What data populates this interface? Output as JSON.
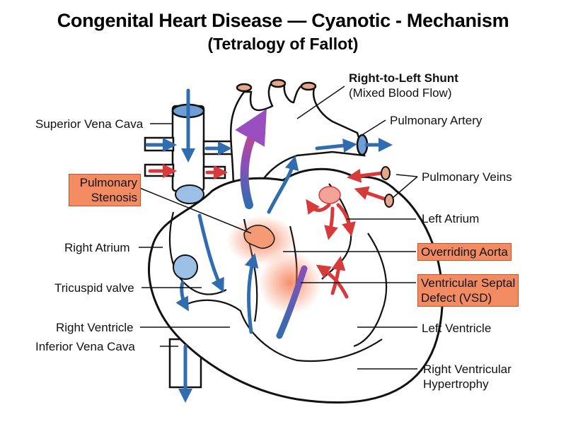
{
  "title": "Congenital Heart Disease — Cyanotic - Mechanism",
  "subtitle": "(Tetralogy of Fallot)",
  "labels": {
    "svc": "Superior Vena Cava",
    "pulmonary_stenosis_1": "Pulmonary",
    "pulmonary_stenosis_2": "Stenosis",
    "right_atrium": "Right Atrium",
    "tricuspid": "Tricuspid valve",
    "right_ventricle": "Right Ventricle",
    "ivc": "Inferior Vena Cava",
    "shunt_title": "Right-to-Left Shunt",
    "shunt_sub": "(Mixed Blood Flow)",
    "pulmonary_artery": "Pulmonary Artery",
    "pulmonary_veins": "Pulmonary Veins",
    "left_atrium": "Left Atrium",
    "overriding_aorta": "Overriding Aorta",
    "vsd_1": "Ventricular Septal",
    "vsd_2": "Defect (VSD)",
    "left_ventricle": "Left Ventricle",
    "rvh_1": "Right Ventricular",
    "rvh_2": "Hypertrophy"
  },
  "colors": {
    "deoxygenated": "#2f6db0",
    "oxygenated": "#d63a3a",
    "mixed": "#8a4fb8",
    "highlight": "#f28a62",
    "outline": "#111111"
  }
}
